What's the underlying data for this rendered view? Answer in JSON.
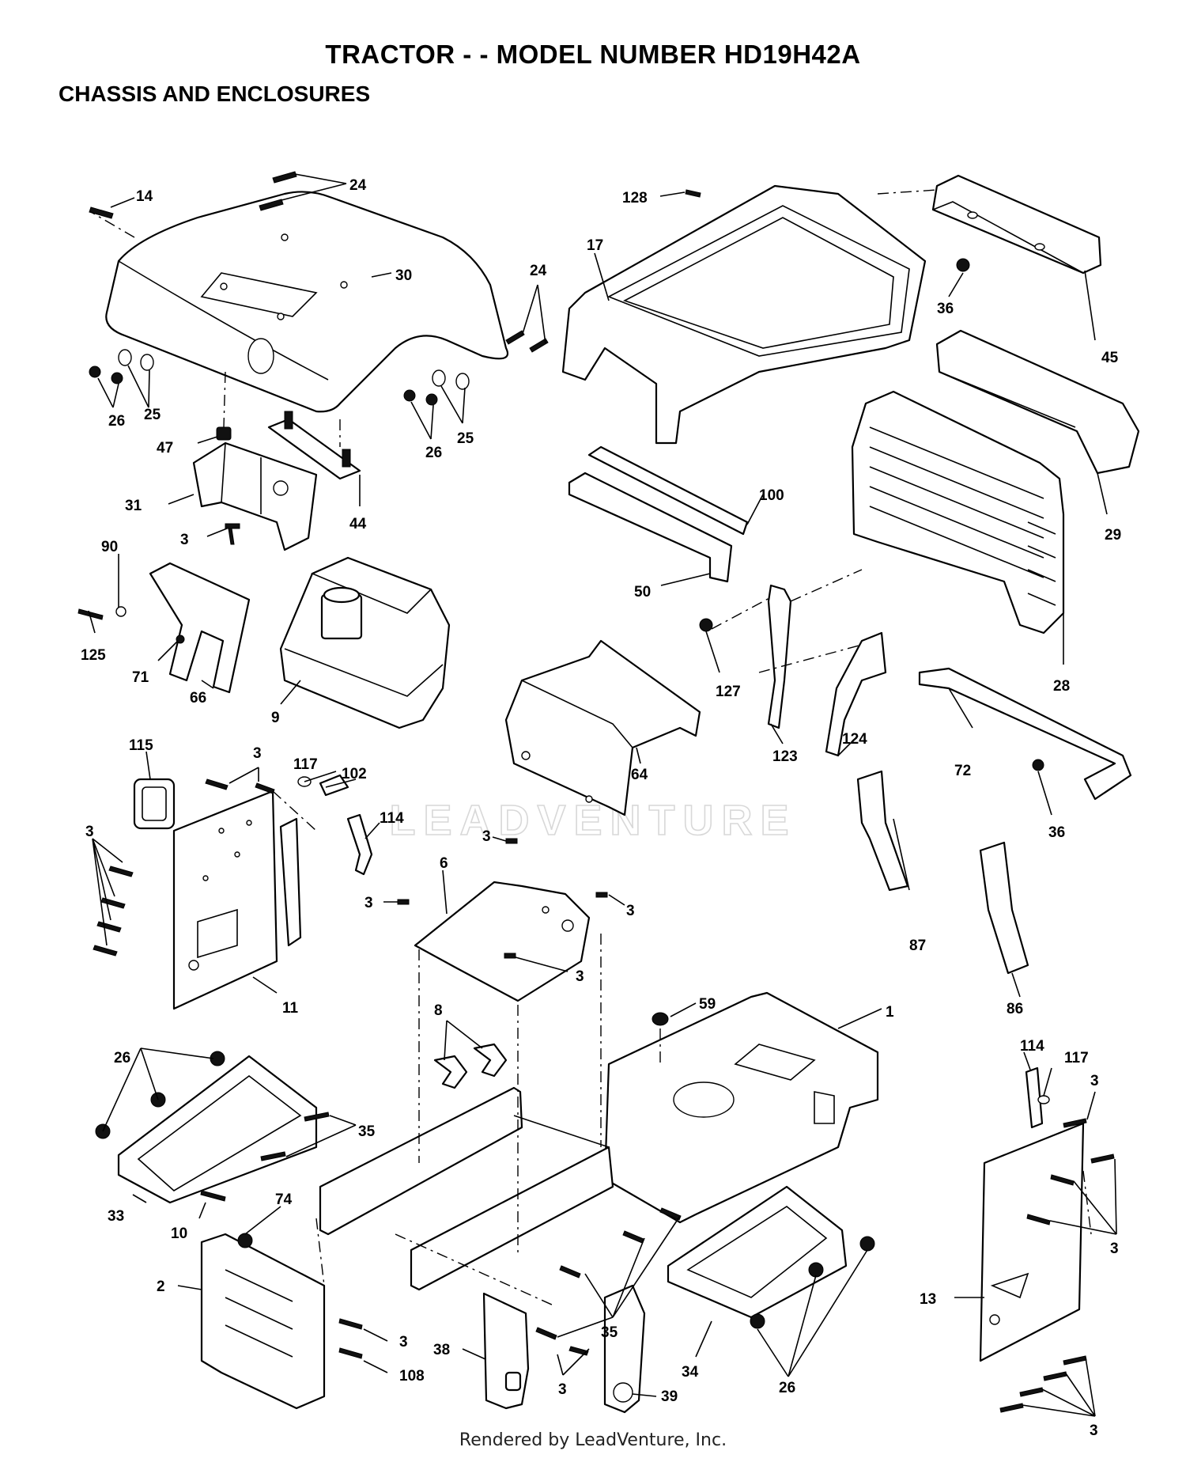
{
  "header": {
    "title": "TRACTOR - - MODEL NUMBER HD19H42A",
    "subtitle": "CHASSIS AND ENCLOSURES"
  },
  "watermark": "LEADVENTURE",
  "footer": "Rendered by LeadVenture, Inc.",
  "callouts": {
    "c14": "14",
    "c24a": "24",
    "c30": "30",
    "c24b": "24",
    "c26a": "26",
    "c25a": "25",
    "c26b": "26",
    "c25b": "25",
    "c47": "47",
    "c31": "31",
    "c44": "44",
    "c3a": "3",
    "c90": "90",
    "c125": "125",
    "c71": "71",
    "c66": "66",
    "c9": "9",
    "c128": "128",
    "c17": "17",
    "c36a": "36",
    "c45": "45",
    "c29": "29",
    "c100": "100",
    "c50": "50",
    "c127": "127",
    "c123": "123",
    "c124": "124",
    "c28": "28",
    "c64": "64",
    "c72": "72",
    "c36b": "36",
    "c115": "115",
    "c3b": "3",
    "c117a": "117",
    "c102": "102",
    "c114a": "114",
    "c3c": "3",
    "c11": "11",
    "c6": "6",
    "c3d": "3",
    "c3e": "3",
    "c3f": "3",
    "c3g": "3",
    "c87": "87",
    "c86": "86",
    "c8": "8",
    "c59": "59",
    "c1": "1",
    "c26c": "26",
    "c35a": "35",
    "c33": "33",
    "c10": "10",
    "c74": "74",
    "c2": "2",
    "c3h": "3",
    "c108": "108",
    "c38": "38",
    "c3i": "3",
    "c39": "39",
    "c35b": "35",
    "c34": "34",
    "c26d": "26",
    "c114b": "114",
    "c117b": "117",
    "c3j": "3",
    "c3k": "3",
    "c13": "13",
    "c3l": "3"
  }
}
